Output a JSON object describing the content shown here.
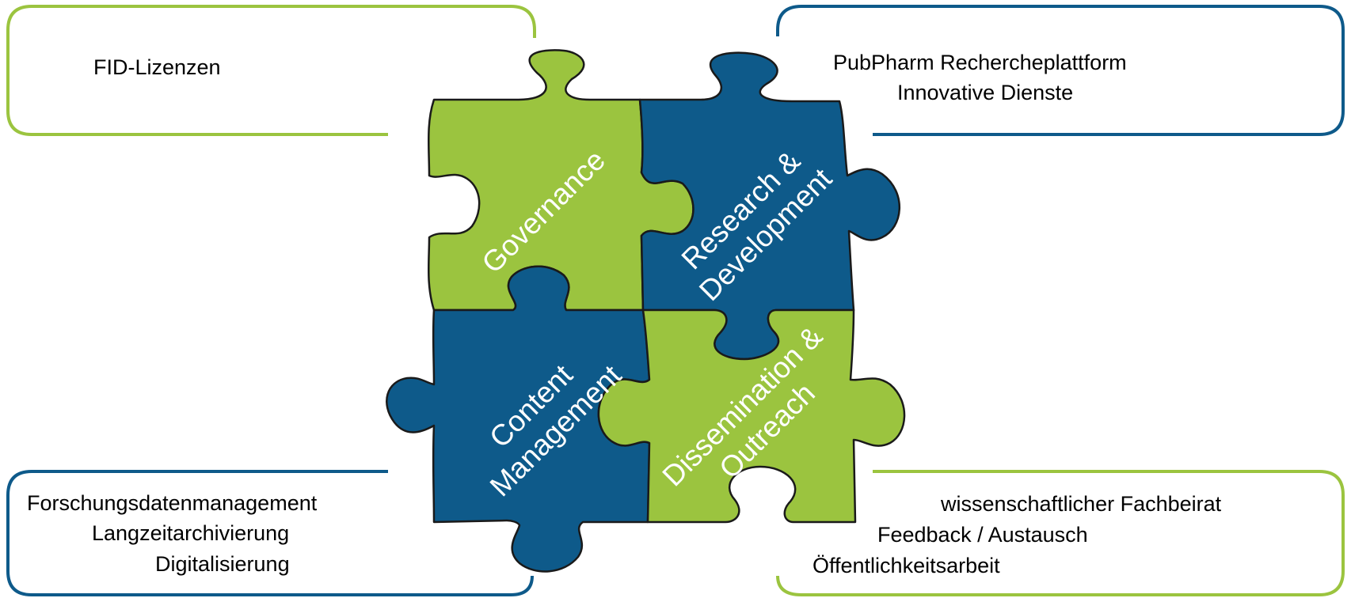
{
  "colors": {
    "green": "#9bc43f",
    "blue": "#0e5a8a",
    "outline": "#1a1a1a",
    "text": "#000000",
    "puzzle_text": "#ffffff"
  },
  "boxes": {
    "top_left": {
      "lines": [
        "FID-Lizenzen"
      ],
      "color": "green"
    },
    "top_right": {
      "lines": [
        "PubPharm Rechercheplattform",
        "Innovative Dienste"
      ],
      "color": "blue"
    },
    "bottom_left": {
      "lines": [
        "Forschungsdatenmanagement",
        "Langzeitarchivierung",
        "Digitalisierung"
      ],
      "color": "blue"
    },
    "bottom_right": {
      "lines": [
        "wissenschaftlicher Fachbeirat",
        "Feedback / Austausch",
        "Öffentlichkeitsarbeit"
      ],
      "color": "green"
    }
  },
  "puzzle": {
    "governance": {
      "lines": [
        "Governance"
      ],
      "color": "green"
    },
    "research": {
      "lines": [
        "Research &",
        "Development"
      ],
      "color": "blue"
    },
    "content": {
      "lines": [
        "Content",
        "Management"
      ],
      "color": "blue"
    },
    "dissemination": {
      "lines": [
        "Dissemination &",
        "Outreach"
      ],
      "color": "green"
    }
  }
}
